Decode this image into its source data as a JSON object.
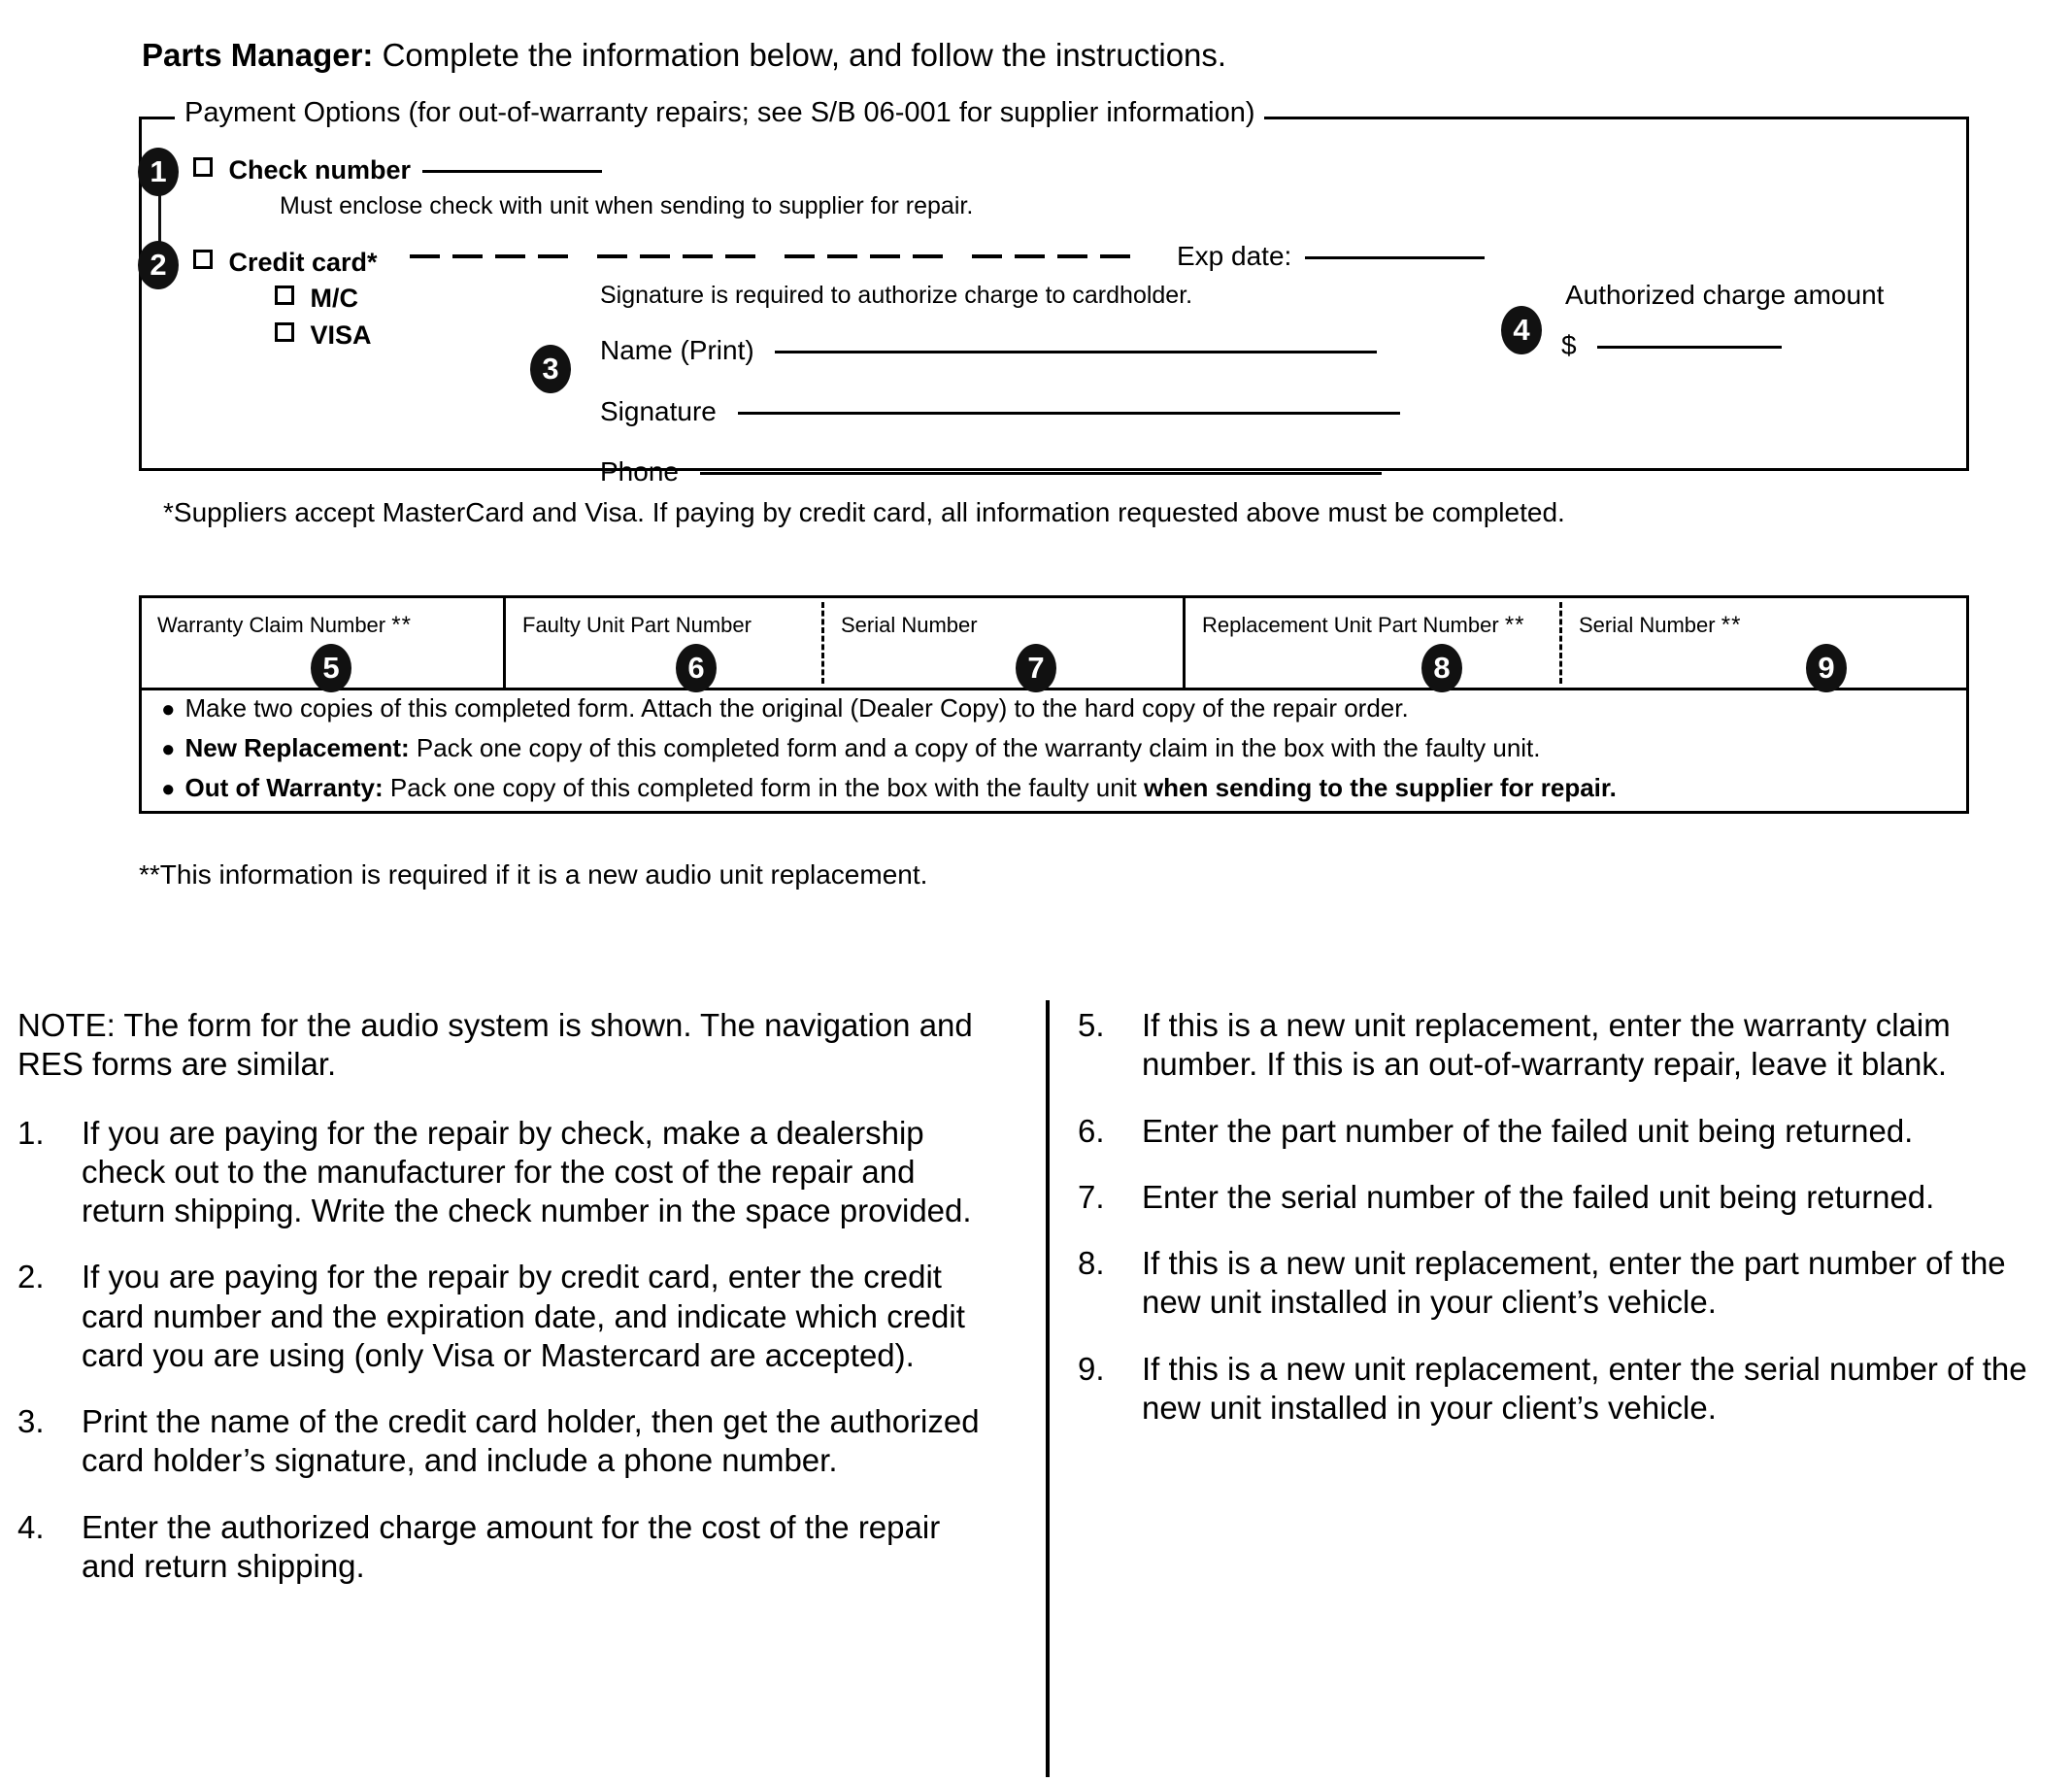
{
  "header": {
    "bold_prefix": "Parts Manager:",
    "rest": " Complete the information below, and follow the instructions."
  },
  "fieldset": {
    "legend": "Payment Options (for out-of-warranty repairs; see S/B 06-001 for supplier information)",
    "check_number_label": "Check number",
    "check_note": "Must enclose check with unit when sending to supplier for repair.",
    "credit_card_label": "Credit card*",
    "exp_date_label": "Exp date:",
    "signature_note": "Signature is required to authorize charge to cardholder.",
    "card_types": [
      "M/C",
      "VISA"
    ],
    "name_label": "Name (Print)",
    "signature_label": "Signature",
    "phone_label": "Phone",
    "authorized_amount_label": "Authorized charge amount",
    "currency_symbol": "$",
    "markers": [
      "1",
      "2",
      "3",
      "4"
    ]
  },
  "footnote_suppliers": "*Suppliers accept MasterCard and Visa. If paying by credit card, all information requested above must be completed.",
  "table": {
    "columns": [
      {
        "label": "Warranty Claim Number",
        "stars": "**",
        "marker": "5"
      },
      {
        "label": "Faulty Unit Part Number",
        "stars": "",
        "marker": "6"
      },
      {
        "label": "Serial Number",
        "stars": "",
        "marker": "7"
      },
      {
        "label": "Replacement Unit Part Number",
        "stars": "**",
        "marker": "8"
      },
      {
        "label": "Serial Number",
        "stars": "**",
        "marker": "9"
      }
    ],
    "bullets": [
      {
        "bold": "",
        "text": "Make two copies of this completed form. Attach the original (Dealer Copy) to the hard copy of the repair order."
      },
      {
        "bold": "New Replacement:",
        "text": "  Pack one copy of this completed form and a copy of the warranty claim in the box with the faulty unit."
      },
      {
        "bold": "Out of Warranty:",
        "text": "  Pack one copy of this completed form in the box with the faulty unit ",
        "bold_tail": "when sending to the supplier for repair."
      }
    ]
  },
  "footnote_stars": "**This information is required if it is a new audio unit replacement.",
  "instructions": {
    "note": "NOTE: The form for the audio system is shown. The navigation and RES forms are similar.",
    "left": [
      {
        "num": "1.",
        "text": "If you are paying for the repair by check, make a dealership check out to the manufacturer for the cost of the repair and return shipping. Write the check number in the space provided."
      },
      {
        "num": "2.",
        "text": "If you are paying for the repair by credit card, enter the credit card number and the expiration date, and indicate which credit card you are using (only Visa or Mastercard are accepted)."
      },
      {
        "num": "3.",
        "text": "Print the name of the credit card holder, then get the authorized card holder’s signature, and include a phone number."
      },
      {
        "num": "4.",
        "text": "Enter the authorized charge amount for the cost of the repair and return shipping."
      }
    ],
    "right": [
      {
        "num": "5.",
        "text": "If this is a new unit replacement, enter the warranty claim number. If this is an out-of-warranty repair, leave it blank."
      },
      {
        "num": "6.",
        "text": "Enter the part number of the failed unit being returned."
      },
      {
        "num": "7.",
        "text": "Enter the serial number of the failed unit being returned."
      },
      {
        "num": "8.",
        "text": "If this is a new unit replacement, enter the part number of the new unit installed in your client’s vehicle."
      },
      {
        "num": "9.",
        "text": "If this is a new unit replacement, enter the serial number of the new unit installed in your client’s vehicle."
      }
    ]
  },
  "colors": {
    "ink": "#000000",
    "paper": "#ffffff",
    "marker_fill": "#111111"
  }
}
